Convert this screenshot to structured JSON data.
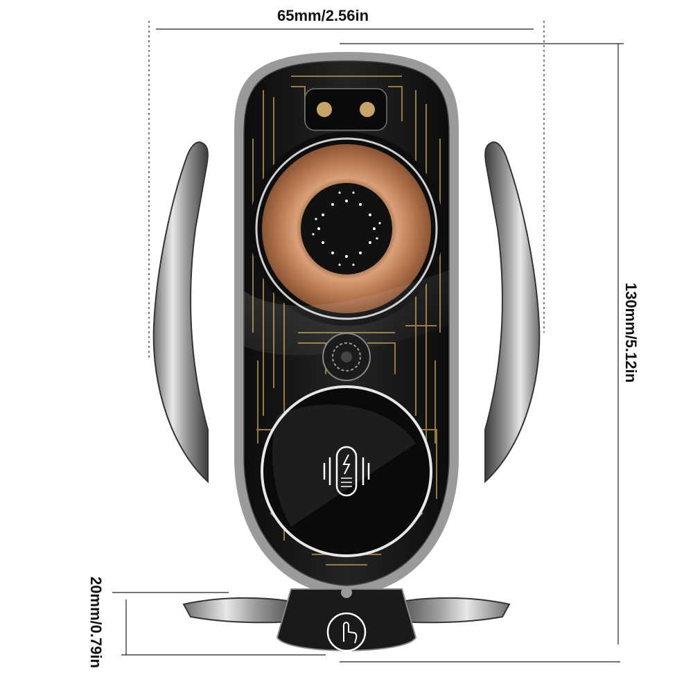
{
  "dimensions": {
    "width_label": "65mm/2.56in",
    "height_label": "130mm/5.12in",
    "depth_label": "20mm/0.79in"
  },
  "product": {
    "charging_icon": "wireless-charging-icon",
    "touch_icon": "touch-finger-icon"
  },
  "colors": {
    "body": "#1a1a1a",
    "chrome": "#b8b8b8",
    "coil": "#c88860",
    "circuit": "#b08a50"
  }
}
